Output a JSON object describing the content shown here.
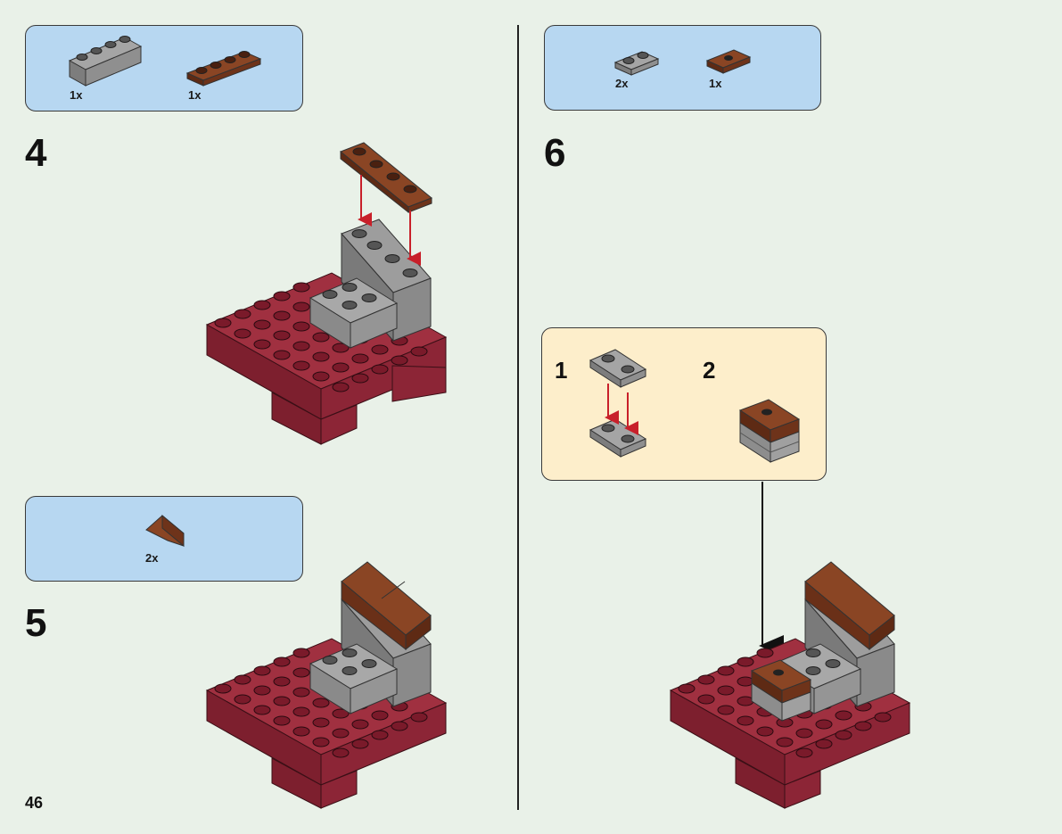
{
  "page_number": "46",
  "steps": [
    {
      "number": "4",
      "parts": [
        {
          "qty": "1x",
          "color": "#8a8a8a",
          "name": "grey-1x4-brick"
        },
        {
          "qty": "1x",
          "color": "#7a3a1e",
          "name": "brown-1x4-plate"
        }
      ]
    },
    {
      "number": "5",
      "parts": [
        {
          "qty": "2x",
          "color": "#7a3a1e",
          "name": "brown-slope"
        }
      ]
    },
    {
      "number": "6",
      "parts": [
        {
          "qty": "2x",
          "color": "#8a8a8a",
          "name": "grey-1x2-plate"
        },
        {
          "qty": "1x",
          "color": "#7a3a1e",
          "name": "brown-1x2-jumper-plate"
        }
      ],
      "substeps": [
        {
          "number": "1"
        },
        {
          "number": "2"
        }
      ]
    }
  ],
  "colors": {
    "background": "#e9f1e8",
    "parts_box": "#b7d7f1",
    "substep_box": "#fdeecb",
    "dark_red": "#8c2235",
    "grey": "#8a8a8a",
    "brown": "#7a3a1e",
    "arrow_red": "#c8202a"
  }
}
